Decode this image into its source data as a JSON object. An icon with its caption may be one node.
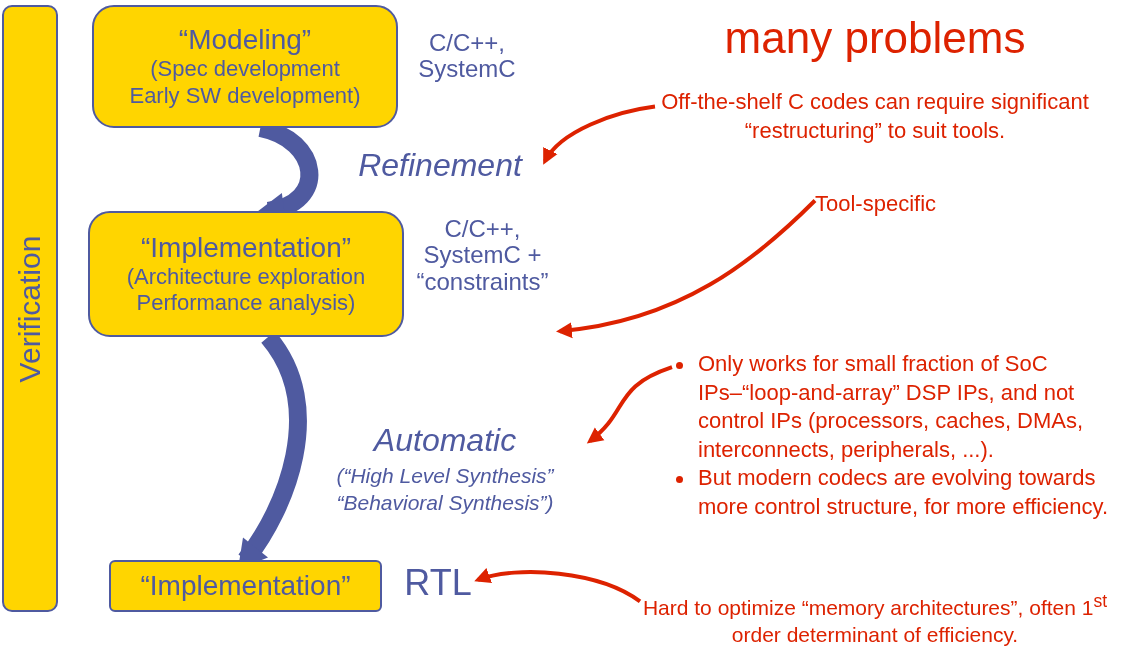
{
  "diagram": {
    "title": "many problems",
    "nodes": [
      {
        "text": [
          "Verification"
        ]
      },
      {
        "text": [
          "“Modeling”",
          "(Spec development Early SW development)"
        ],
        "beside": [
          "C/C++, SystemC"
        ]
      },
      {
        "text": [
          "Refinement"
        ]
      },
      {
        "text": [
          "“Implementation”",
          "(Architecture exploration Performance analysis)"
        ]
      },
      {
        "text": [
          "C/C++, SystemC + “constraints”"
        ]
      },
      {
        "text": [
          "Automatic",
          "(“High Level Synthesis” “Behavioral Synthesis”)"
        ]
      },
      {
        "text": [
          "“Implementation”"
        ]
      },
      {
        "text": [
          "RTL"
        ]
      },
      {
        "text": [
          "Off-the-shelf C codes can require significant “restructuring” to suit tools."
        ]
      },
      {
        "text": [
          "Tool-specific"
        ]
      },
      {
        "text": [
          "Only works for small fraction of SoC IPs–“loop-and-array” DSP IPs, and not control IPs (processors, caches, DMAs, interconnects, peripherals, ...).",
          "But modern codecs are evolving towards more control structure, for more efficiency."
        ]
      },
      {
        "text": [
          "Hard to optimize “memory architectures”, often 1$^{st}$ order determinant of efficiency."
        ]
      }
    ],
    "edges": [
      {
        "from": 1,
        "to": 3,
        "arrow": "to",
        "style": "thick",
        "color": "#4f5aa0"
      },
      {
        "from": 3,
        "to": 6,
        "arrow": "to",
        "style": "thick",
        "color": "#4f5aa0"
      },
      {
        "from": 8,
        "to": 2,
        "arrow": "to"
      },
      {
        "from": 9,
        "to": 4,
        "arrow": "to"
      },
      {
        "from": 10,
        "to": 5,
        "arrow": "to"
      },
      {
        "from": 11,
        "to": 7,
        "arrow": "to"
      }
    ]
  }
}
